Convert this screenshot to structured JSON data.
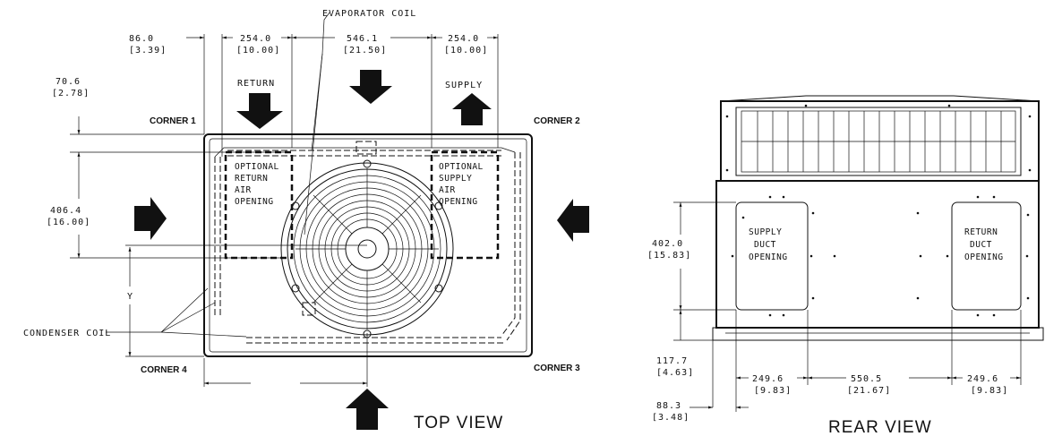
{
  "top_view": {
    "title": "TOP VIEW",
    "corners": [
      "CORNER 1",
      "CORNER 2",
      "CORNER 3",
      "CORNER 4"
    ],
    "evaporator_label": "EVAPORATOR COIL",
    "condenser_label": "CONDENSER COIL",
    "return_label": "RETURN",
    "supply_label": "SUPPLY",
    "y_label": "Y",
    "return_opening": [
      "OPTIONAL",
      "RETURN",
      "AIR",
      "OPENING"
    ],
    "supply_opening": [
      "OPTIONAL",
      "SUPPLY",
      "AIR",
      "OPENING"
    ],
    "dims": {
      "d1": {
        "mm": "86.0",
        "in": "[3.39]"
      },
      "d2": {
        "mm": "254.0",
        "in": "[10.00]"
      },
      "d3": {
        "mm": "546.1",
        "in": "[21.50]"
      },
      "d4": {
        "mm": "254.0",
        "in": "[10.00]"
      },
      "d5": {
        "mm": "70.6",
        "in": "[2.78]"
      },
      "d6": {
        "mm": "406.4",
        "in": "[16.00]"
      }
    }
  },
  "rear_view": {
    "title": "REAR VIEW",
    "supply_opening": [
      "SUPPLY",
      "DUCT",
      "OPENING"
    ],
    "return_opening": [
      "RETURN",
      "DUCT",
      "OPENING"
    ],
    "dims": {
      "h1": {
        "mm": "402.0",
        "in": "[15.83]"
      },
      "h2": {
        "mm": "117.7",
        "in": "[4.63]"
      },
      "h3": {
        "mm": "88.3",
        "in": "[3.48]"
      },
      "w1": {
        "mm": "249.6",
        "in": "[9.83]"
      },
      "w2": {
        "mm": "550.5",
        "in": "[21.67]"
      },
      "w3": {
        "mm": "249.6",
        "in": "[9.83]"
      }
    }
  }
}
